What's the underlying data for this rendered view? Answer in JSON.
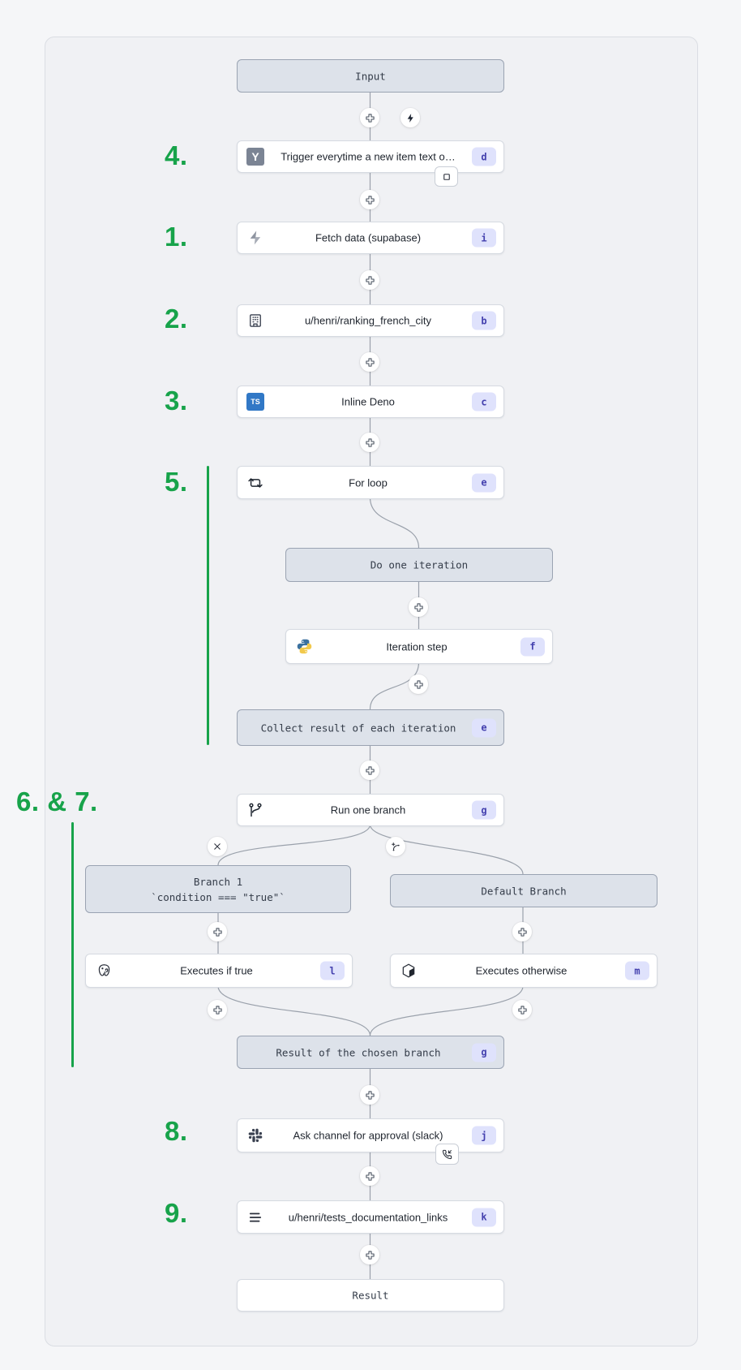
{
  "colors": {
    "annotation_green": "#17a34a",
    "badge_bg": "#dfe2fc",
    "badge_text": "#4340ae",
    "virtual_node_fill": "#dde2ea",
    "virtual_node_border": "#9aa3b2",
    "white_node_border": "#d6dae1",
    "connector": "#9aa1ab",
    "canvas_bg": "#f0f1f4"
  },
  "annotations": {
    "four": "4.",
    "one": "1.",
    "two": "2.",
    "three": "3.",
    "five": "5.",
    "six_seven": "6. & 7.",
    "eight": "8.",
    "nine": "9."
  },
  "nodes": {
    "input": "Input",
    "trigger": "Trigger everytime a new item text o…",
    "fetch": "Fetch data (supabase)",
    "ranking": "u/henri/ranking_french_city",
    "deno": "Inline Deno",
    "forloop": "For loop",
    "do_iteration": "Do one iteration",
    "iteration": "Iteration step",
    "collect": "Collect result of each iteration",
    "run_branch": "Run one branch",
    "branch1_title": "Branch 1",
    "branch1_cond": "`condition === \"true\"`",
    "default_branch": "Default Branch",
    "exec_true": "Executes if true",
    "exec_otherwise": "Executes otherwise",
    "result_branch": "Result of the chosen branch",
    "slack": "Ask channel for approval (slack)",
    "tests": "u/henri/tests_documentation_links",
    "result": "Result"
  },
  "badges": {
    "trigger": "d",
    "fetch": "i",
    "ranking": "b",
    "deno": "c",
    "forloop": "e",
    "iteration": "f",
    "collect": "e",
    "run_branch": "g",
    "exec_true": "l",
    "exec_otherwise": "m",
    "result_branch": "g",
    "slack": "j",
    "tests": "k"
  },
  "icons": {
    "y_text": "Y",
    "ts_text": "TS",
    "names": [
      "plus-icon",
      "zap-icon",
      "y-trigger-icon",
      "supabase-bolt-icon",
      "building-icon",
      "typescript-icon",
      "repeat-loop-icon",
      "python-icon",
      "git-branch-icon",
      "close-icon",
      "add-branch-icon",
      "postgres-icon",
      "hexagon-node-icon",
      "slack-icon",
      "menu-icon",
      "square-icon",
      "phone-incoming-icon"
    ]
  }
}
